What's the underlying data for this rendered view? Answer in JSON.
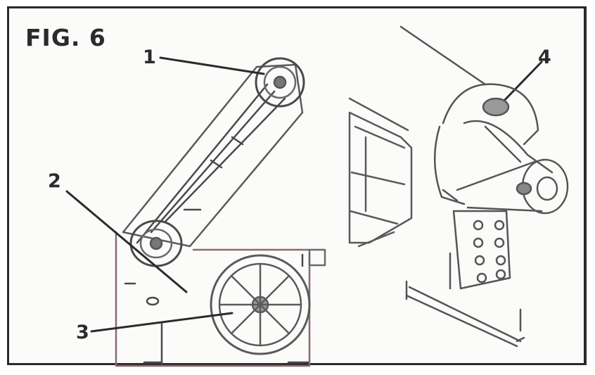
{
  "figure": {
    "title": "FIG. 6",
    "callouts": [
      "1",
      "2",
      "3",
      "4"
    ]
  },
  "colors": {
    "line": "#4a4a4a",
    "frame": "#2a2a2a",
    "housing": "#8a6a72",
    "background": "#fbfbfa"
  }
}
